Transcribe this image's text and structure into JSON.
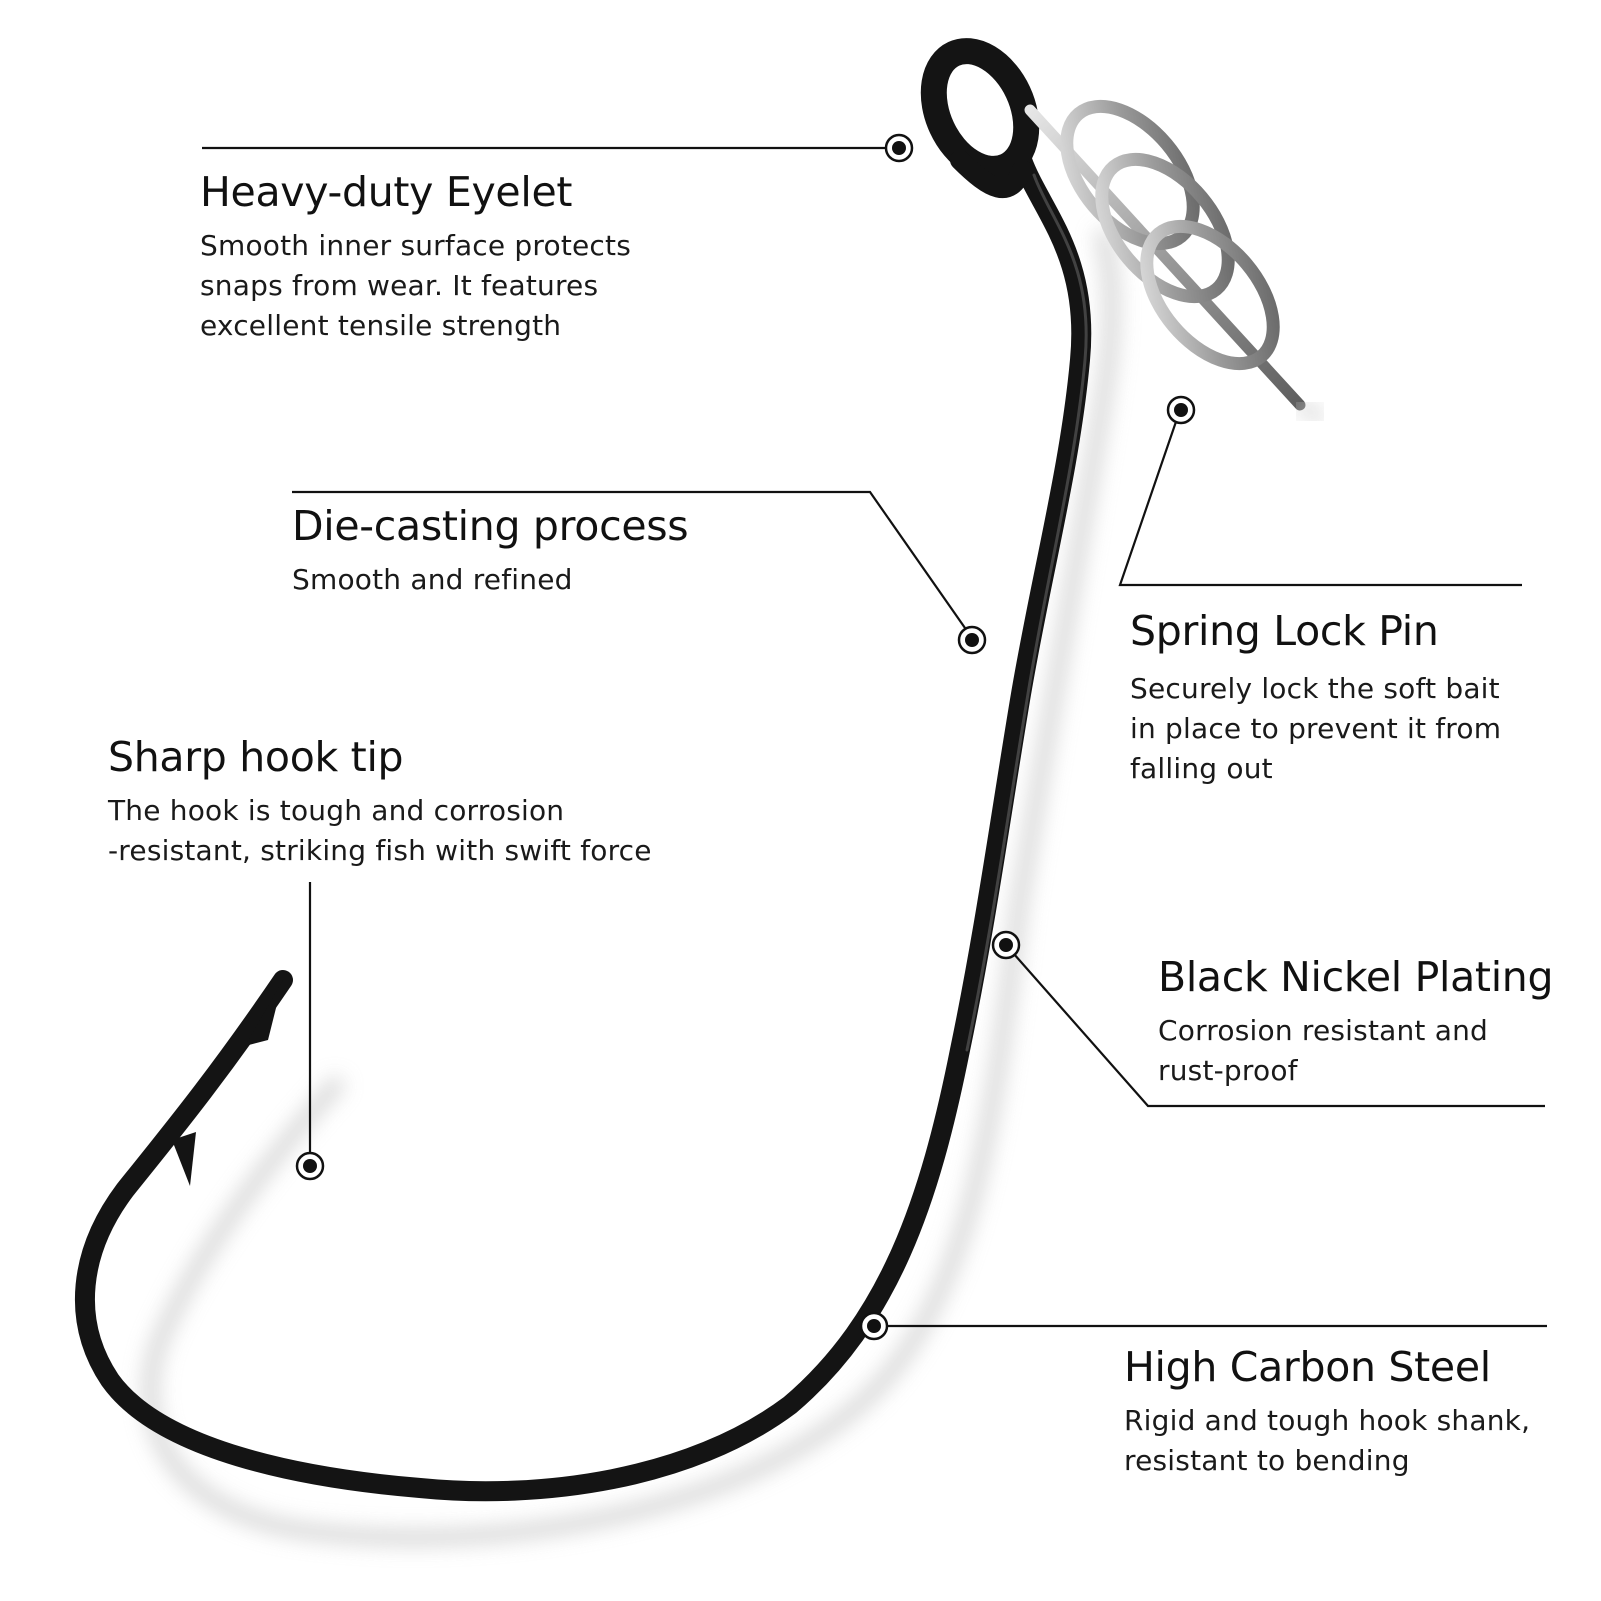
{
  "callouts": {
    "eyelet": {
      "title": "Heavy-duty Eyelet",
      "lines": [
        "Smooth inner surface protects",
        "snaps from wear. It features",
        "excellent tensile strength"
      ]
    },
    "die_casting": {
      "title": "Die-casting process",
      "lines": [
        "Smooth and refined"
      ]
    },
    "hook_tip": {
      "title": "Sharp hook tip",
      "lines": [
        "The hook is tough and corrosion",
        "-resistant, striking fish with swift force"
      ]
    },
    "spring_lock": {
      "title": "Spring Lock Pin",
      "lines": [
        "Securely lock the soft bait",
        "in place to prevent it from",
        "falling out"
      ]
    },
    "plating": {
      "title": "Black Nickel Plating",
      "lines": [
        "Corrosion resistant and",
        "rust-proof"
      ]
    },
    "steel": {
      "title": "High Carbon Steel",
      "lines": [
        "Rigid and tough hook shank,",
        "resistant to bending"
      ]
    }
  },
  "colors": {
    "hook": "#141414",
    "spring": "#9a9a9a",
    "leader_line": "#111111",
    "text": "#111111"
  }
}
